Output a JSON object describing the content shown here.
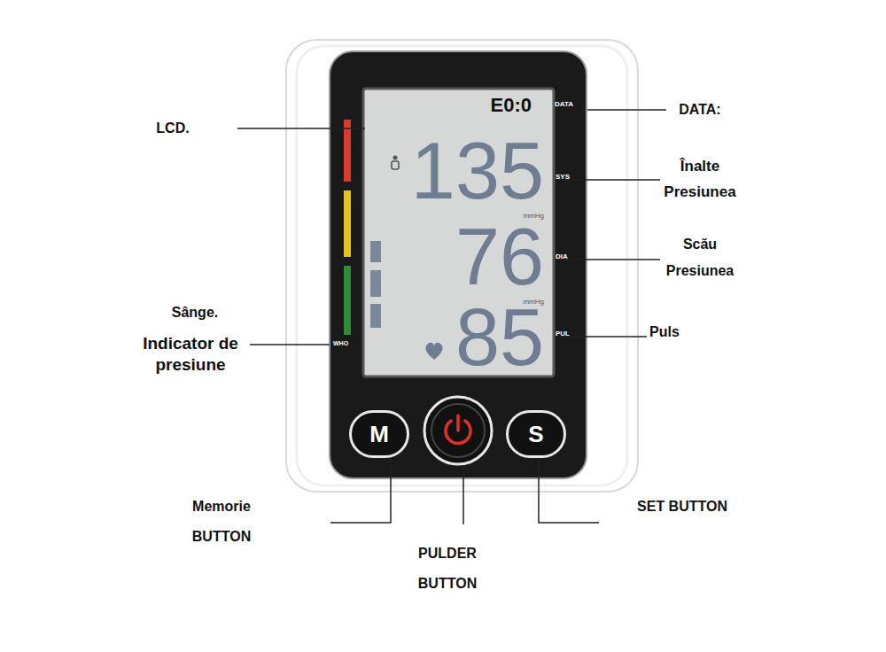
{
  "diagram": {
    "nodes": [
      {
        "text": [
          "M"
        ]
      },
      {
        "text": [
          "S"
        ]
      }
    ],
    "labels": [
      "LCD.",
      "DATA:",
      "Înalte Presiunea",
      "Scău Presiunea",
      "Puls",
      "Sânge.",
      "Indicator de presiune",
      "Memorie BUTTON",
      "PULDER BUTTON",
      "SET BUTTON",
      "E0:0",
      "135",
      "mmHg",
      "76",
      "mmHg",
      "85",
      "DATA",
      "SYS",
      "DIA",
      "PUL",
      "WHO"
    ]
  }
}
